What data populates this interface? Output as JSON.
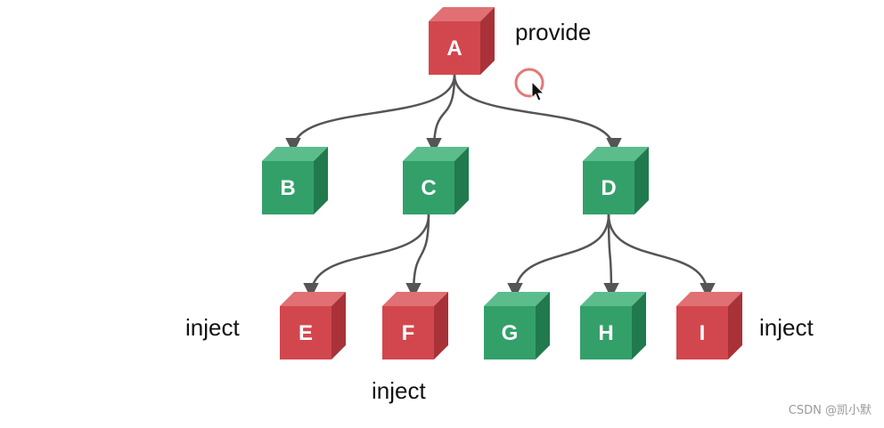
{
  "diagram": {
    "nodes": [
      {
        "id": "A",
        "label": "A",
        "color": "red"
      },
      {
        "id": "B",
        "label": "B",
        "color": "green"
      },
      {
        "id": "C",
        "label": "C",
        "color": "green"
      },
      {
        "id": "D",
        "label": "D",
        "color": "green"
      },
      {
        "id": "E",
        "label": "E",
        "color": "red"
      },
      {
        "id": "F",
        "label": "F",
        "color": "red"
      },
      {
        "id": "G",
        "label": "G",
        "color": "green"
      },
      {
        "id": "H",
        "label": "H",
        "color": "green"
      },
      {
        "id": "I",
        "label": "I",
        "color": "red"
      }
    ],
    "edges": [
      {
        "from": "A",
        "to": "B"
      },
      {
        "from": "A",
        "to": "C"
      },
      {
        "from": "A",
        "to": "D"
      },
      {
        "from": "C",
        "to": "E"
      },
      {
        "from": "C",
        "to": "F"
      },
      {
        "from": "D",
        "to": "G"
      },
      {
        "from": "D",
        "to": "H"
      },
      {
        "from": "D",
        "to": "I"
      }
    ],
    "labels": {
      "provide": "provide",
      "inject_e": "inject",
      "inject_f": "inject",
      "inject_i": "inject"
    }
  },
  "colors": {
    "red": {
      "front": "#d2474d",
      "top": "#e07074",
      "side": "#a83238"
    },
    "green": {
      "front": "#33a06a",
      "top": "#5cbd8c",
      "side": "#217a4d"
    },
    "edge": "#555555",
    "cursor_ring": "#e06060"
  },
  "watermark": "CSDN @凯小默",
  "icons": [
    "cursor-icon"
  ]
}
